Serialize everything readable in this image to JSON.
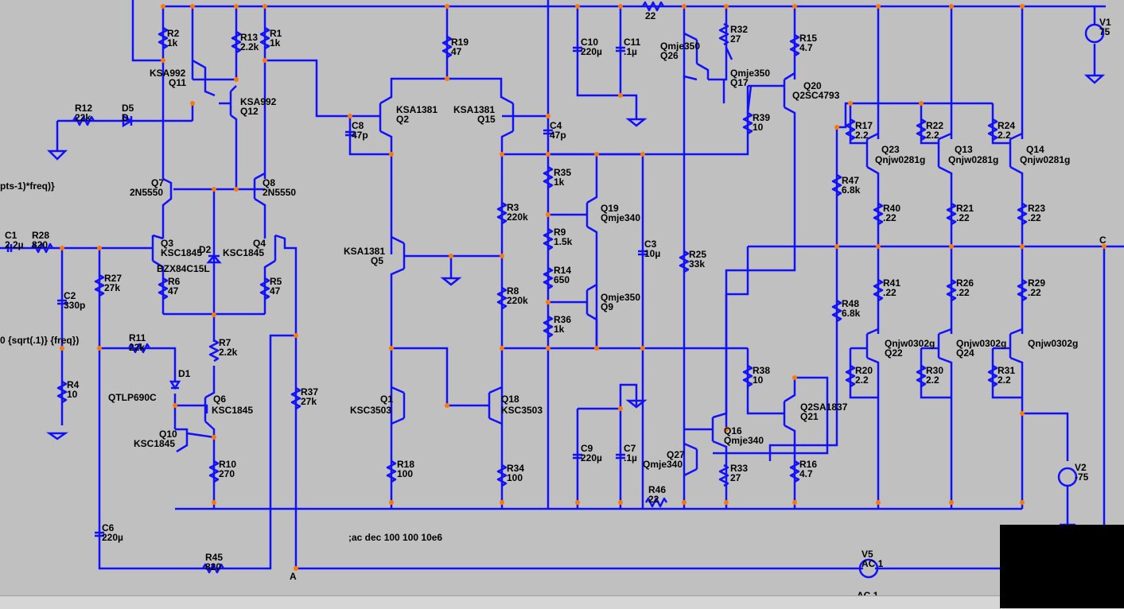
{
  "netlist": [
    {
      "ref": "R2",
      "value": "1k"
    },
    {
      "ref": "R13",
      "value": "2.2k"
    },
    {
      "ref": "R1",
      "value": "1k"
    },
    {
      "ref": "R19",
      "value": "47"
    },
    {
      "ref": "C10",
      "value": "220µ"
    },
    {
      "ref": "C11",
      "value": ".1µ"
    },
    {
      "ref": "R32",
      "value": "27"
    },
    {
      "ref": "R15",
      "value": "4.7"
    },
    {
      "ref": "V1",
      "value": "75"
    },
    {
      "ref": "R12",
      "value": "22k"
    },
    {
      "ref": "D5",
      "value": "D"
    },
    {
      "ref": "C8",
      "value": "47p"
    },
    {
      "ref": "C4",
      "value": "47p"
    },
    {
      "ref": "R39",
      "value": "10"
    },
    {
      "ref": "R17",
      "value": "2.2"
    },
    {
      "ref": "R22",
      "value": "2.2"
    },
    {
      "ref": "R24",
      "value": "2.2"
    },
    {
      "ref": "R35",
      "value": "1k"
    },
    {
      "ref": "R47",
      "value": "6.8k"
    },
    {
      "ref": "R3",
      "value": "220k"
    },
    {
      "ref": "R40",
      "value": ".22"
    },
    {
      "ref": "R21",
      "value": ".22"
    },
    {
      "ref": "R23",
      "value": ".22"
    },
    {
      "ref": "R9",
      "value": "1.5k"
    },
    {
      "ref": "C1",
      "value": "2.2µ"
    },
    {
      "ref": "R28",
      "value": "820"
    },
    {
      "ref": "C3",
      "value": "10µ"
    },
    {
      "ref": "R25",
      "value": "33k"
    },
    {
      "ref": "R14",
      "value": "650"
    },
    {
      "ref": "R27",
      "value": "27k"
    },
    {
      "ref": "R6",
      "value": "47"
    },
    {
      "ref": "R5",
      "value": "47"
    },
    {
      "ref": "C2",
      "value": "330p"
    },
    {
      "ref": "R8",
      "value": "220k"
    },
    {
      "ref": "R41",
      "value": ".22"
    },
    {
      "ref": "R26",
      "value": ".22"
    },
    {
      "ref": "R29",
      "value": ".22"
    },
    {
      "ref": "R48",
      "value": "6.8k"
    },
    {
      "ref": "R36",
      "value": "1k"
    },
    {
      "ref": "R4",
      "value": "10"
    },
    {
      "ref": "R11",
      "value": "22k"
    },
    {
      "ref": "R7",
      "value": "2.2k"
    },
    {
      "ref": "R38",
      "value": "10"
    },
    {
      "ref": "R20",
      "value": "2.2"
    },
    {
      "ref": "R30",
      "value": "2.2"
    },
    {
      "ref": "R31",
      "value": "2.2"
    },
    {
      "ref": "R37",
      "value": "27k"
    },
    {
      "ref": "R18",
      "value": "100"
    },
    {
      "ref": "R34",
      "value": "100"
    },
    {
      "ref": "R10",
      "value": "270"
    },
    {
      "ref": "C9",
      "value": "220µ"
    },
    {
      "ref": "C7",
      "value": ".1µ"
    },
    {
      "ref": "R33",
      "value": "27"
    },
    {
      "ref": "R16",
      "value": "4.7"
    },
    {
      "ref": "V2",
      "value": "-75"
    },
    {
      "ref": "C6",
      "value": "220µ"
    },
    {
      "ref": "R46",
      "value": "22"
    },
    {
      "ref": "R45",
      "value": "820"
    },
    {
      "ref": "V5",
      "value": "AC 1"
    }
  ],
  "labels": {
    "ra": "22",
    "rb": "22",
    "q26": "Qmje350",
    "q26n": "Q26",
    "q17": "Qmje350",
    "q17n": "Q17",
    "q20": "Q20",
    "q20m": "Q2SC4793",
    "q11": "KSA992",
    "q11n": "Q11",
    "q12": "KSA992",
    "q12n": "Q12",
    "q2": "KSA1381",
    "q2n": "Q2",
    "q15": "KSA1381",
    "q15n": "Q15",
    "q23": "Q23",
    "q23m": "Qnjw0281g",
    "q13": "Q13",
    "q13m": "Qnjw0281g",
    "q14": "Q14",
    "q14m": "Qnjw0281g",
    "f1": "pts-1)*freq)}",
    "q7": "Q7",
    "q7m": "2N5550",
    "q8": "Q8",
    "q8m": "2N5550",
    "q19": "Q19",
    "q19m": "Qmje340",
    "q3": "Q3",
    "q3m": "KSC1845",
    "d2": "D2",
    "d2m": "BZX84C15L",
    "q4": "Q4",
    "q4m": "KSC1845",
    "q5": "KSA1381",
    "q5n": "Q5",
    "nodec": "C",
    "q9": "Qmje350",
    "q9n": "Q9",
    "f2": "0 {sqrt(.1)} {freq})",
    "q22": "Qnjw0302g",
    "q22n": "Q22",
    "q24": "Qnjw0302g",
    "q24n": "Q24",
    "q25": "Qnjw0302g",
    "d1": "D1",
    "d1m": "QTLP690C",
    "q6": "Q6",
    "q6m": "KSC1845",
    "q1": "Q1",
    "q1m": "KSC3503",
    "q18": "Q18",
    "q18m": "KSC3503",
    "q21": "Q2SA1837",
    "q21n": "Q21",
    "q10": "Q10",
    "q10m": "KSC1845",
    "q16": "Q16",
    "q16m": "Qmje340",
    "q27": "Q27",
    "q27m": "Qmje340",
    "ac": ";ac dec 100 100 10e6",
    "nodea": "A",
    "v5": "V5",
    "v5m": "AC 1"
  },
  "colors": {
    "background": "#c0c0c0",
    "wire": "#1010ff",
    "junction": "#ff7a00",
    "text": "#000000"
  }
}
